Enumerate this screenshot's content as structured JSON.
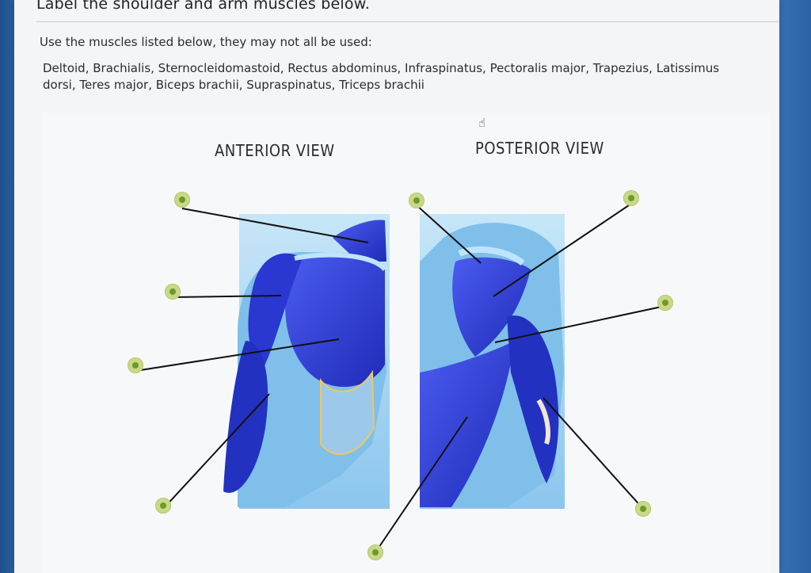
{
  "page": {
    "title": "Label the shoulder and arm muscles below.",
    "instruction": "Use the muscles listed below, they may not all be used:",
    "muscle_list_line1": "Deltoid, Brachialis, Sternocleidomastoid, Rectus abdominus, Infraspinatus, Pectoralis major, Trapezius, Latissimus",
    "muscle_list_line2": "dorsi, Teres major, Biceps brachii, Supraspinatus, Triceps brachii"
  },
  "diagram": {
    "anterior_title": "ANTERIOR VIEW",
    "posterior_title": "POSTERIOR VIEW"
  },
  "colors": {
    "muscle": "#2f3fd8",
    "skin": "#9fd0f0",
    "dot": "#c9d88a",
    "dot_center": "#6d9a2a"
  },
  "icons": {
    "cursor": "hand-pointer-icon"
  }
}
